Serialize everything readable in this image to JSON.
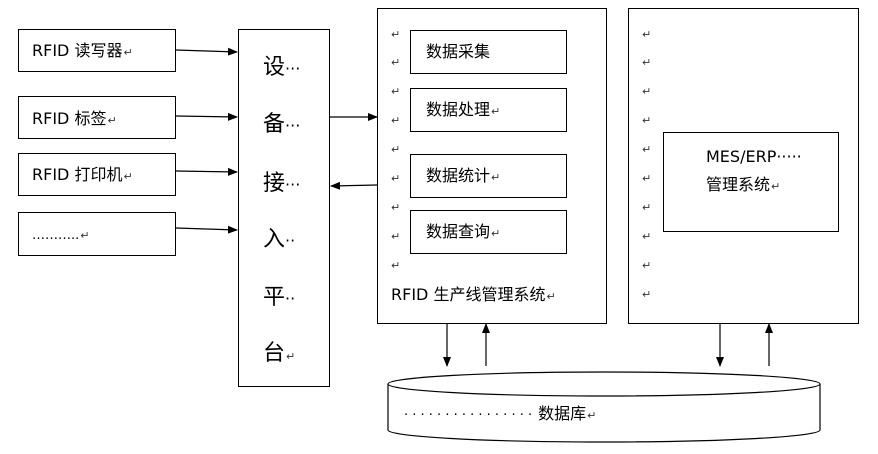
{
  "devices": [
    "RFID 读写器",
    "RFID 标签",
    "RFID 打印机",
    "……….."
  ],
  "platform": {
    "chars": [
      "设",
      "备",
      "接",
      "入",
      "平",
      "台"
    ],
    "dots": [
      "···",
      "···",
      "···",
      "··",
      "··",
      ""
    ]
  },
  "rfid_system": {
    "modules": [
      "数据采集",
      "数据处理",
      "数据统计",
      "数据查询"
    ],
    "title": "RFID 生产线管理系统"
  },
  "mes": {
    "line1": "MES/ERP·····",
    "line2": "管理系统"
  },
  "database": {
    "dots": "· · · · · · · · · · · · · · · ·",
    "label": "数据库"
  },
  "paragraph_mark": "↵"
}
